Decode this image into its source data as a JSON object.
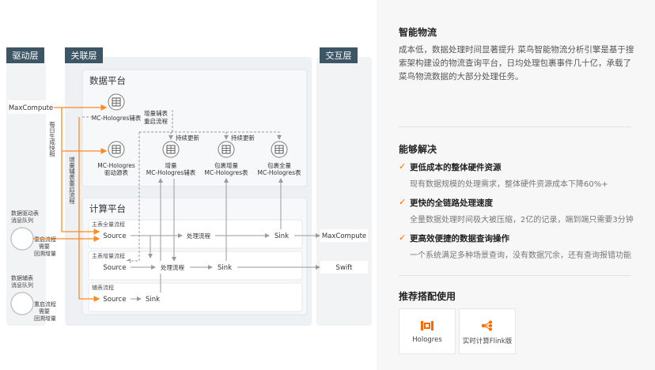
{
  "diagram": {
    "layers": {
      "drive": "驱动层",
      "assoc": "关联层",
      "interact": "交互层"
    },
    "data_platform": "数据平台",
    "compute_platform": "计算平台",
    "maxcompute_left": "MaxCompute",
    "mc_hologres_aux": "MC-Hologres辅表",
    "mc_hologres_drive": [
      "MC-Hologres",
      "驱动源表"
    ],
    "incr_mc": [
      "增量",
      "MC-Hologres辅表"
    ],
    "pkg_incr": [
      "包裹增量",
      "MC-Hologres表"
    ],
    "pkg_full": [
      "包裹全量",
      "MC-Hologres表"
    ],
    "aux_restart": [
      "增量辅表",
      "重启流程"
    ],
    "continuous_update_1": "持续更新",
    "continuous_update_2": "持续更新",
    "daily_sync": "每日生成快照",
    "incr_aux_restart_v": "增量辅表重启流程",
    "drive_queue": [
      "数据驱动表",
      "消息队列"
    ],
    "drive_queue_note": [
      "重启流程",
      "需要",
      "回溯增量"
    ],
    "aux_queue": [
      "数据辅表",
      "消息队列"
    ],
    "aux_queue_note": [
      "重启流程",
      "需要",
      "回溯增量"
    ],
    "main_full_flow": "主表全量流程",
    "main_incr_flow": "主表增量流程",
    "aux_flow": "辅表流程",
    "source1": "Source",
    "process1": "处理流程",
    "sink1": "Sink",
    "source2": "Source",
    "process2": "处理流程",
    "sink2": "Sink",
    "source3": "Source",
    "sink3": "Sink",
    "maxcompute_right": "MaxCompute",
    "swift": "Swift"
  },
  "sidebar": {
    "title": "智能物流",
    "desc": "成本低，数据处理时间显著提升 菜鸟智能物流分析引擎是基于搜索架构建设的物流查询平台，日均处理包裹事件几十亿，承载了菜鸟物流数据的大部分处理任务。",
    "solve_title": "能够解决",
    "features": [
      {
        "title": "更低成本的整体硬件资源",
        "desc": "现有数据规模的处理需求，整体硬件资源成本下降60%+"
      },
      {
        "title": "更快的全链路处理速度",
        "desc": "全量数据处理时间极大被压缩，2亿的记录，端到端只需要3分钟"
      },
      {
        "title": "更高效便捷的数据查询操作",
        "desc": "一个系统满足多种场景查询，没有数据冗余，还有查询报错功能"
      }
    ],
    "recommend_title": "推荐搭配使用",
    "products": [
      {
        "label": "Hologres",
        "icon": "hologres-icon"
      },
      {
        "label": "实时计算Flink版",
        "icon": "flink-icon"
      }
    ]
  },
  "colors": {
    "accent": "#ff8a1f",
    "layer_tag": "#3d5666",
    "arrow_gray": "#9a9a9a"
  }
}
